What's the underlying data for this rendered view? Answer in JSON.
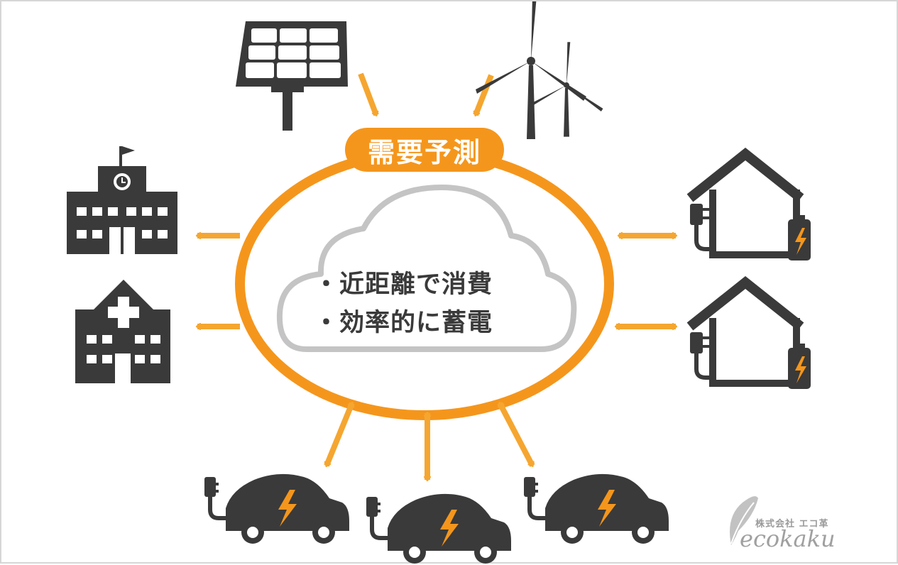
{
  "badge": {
    "text": "需要予測"
  },
  "cloud": {
    "lines": [
      "・近距離で消費",
      "・効率的に蓄電"
    ]
  },
  "logo": {
    "company": "株式会社 エコ革",
    "wordmark": "ecokaku"
  },
  "colors": {
    "accent": "#f5961c",
    "arrow": "#f5a630",
    "icon": "#3a3a3a",
    "cloud_outline": "#c4c4c4",
    "bolt": "#f5961c"
  },
  "icons": [
    "solar-panel-icon",
    "wind-turbine-icon",
    "school-icon",
    "hospital-icon",
    "house-battery-icon",
    "electric-car-icon",
    "leaf-icon"
  ]
}
